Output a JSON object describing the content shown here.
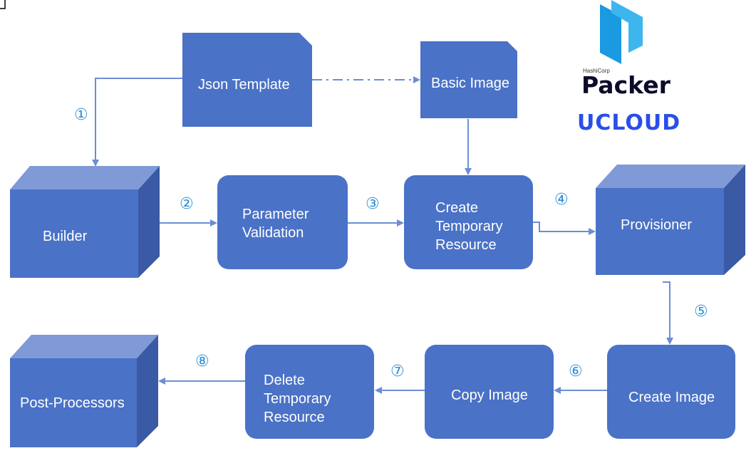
{
  "nodes": {
    "json_template": "Json Template",
    "basic_image": "Basic Image",
    "builder": "Builder",
    "parameter_validation": [
      "Parameter",
      "Validation"
    ],
    "create_temporary_resource": [
      "Create",
      "Temporary",
      "Resource"
    ],
    "provisioner": "Provisioner",
    "create_image": "Create Image",
    "copy_image": "Copy Image",
    "delete_temporary_resource": [
      "Delete",
      "Temporary",
      "Resource"
    ],
    "post_processors": "Post-Processors"
  },
  "steps": [
    "①",
    "②",
    "③",
    "④",
    "⑤",
    "⑥",
    "⑦",
    "⑧"
  ],
  "logos": {
    "hashicorp": "HashiCorp",
    "packer": "Packer",
    "ucloud": "UCLOUD"
  },
  "colors": {
    "box_fill": "#4a72c6",
    "box_side": "#3a5aa5",
    "box_top": "#7f9ad6",
    "arrow": "#6b8ed4",
    "step": "#2f8fd6",
    "packer_logo": "#1a9ae0",
    "ucloud": "#2a4ee8"
  }
}
